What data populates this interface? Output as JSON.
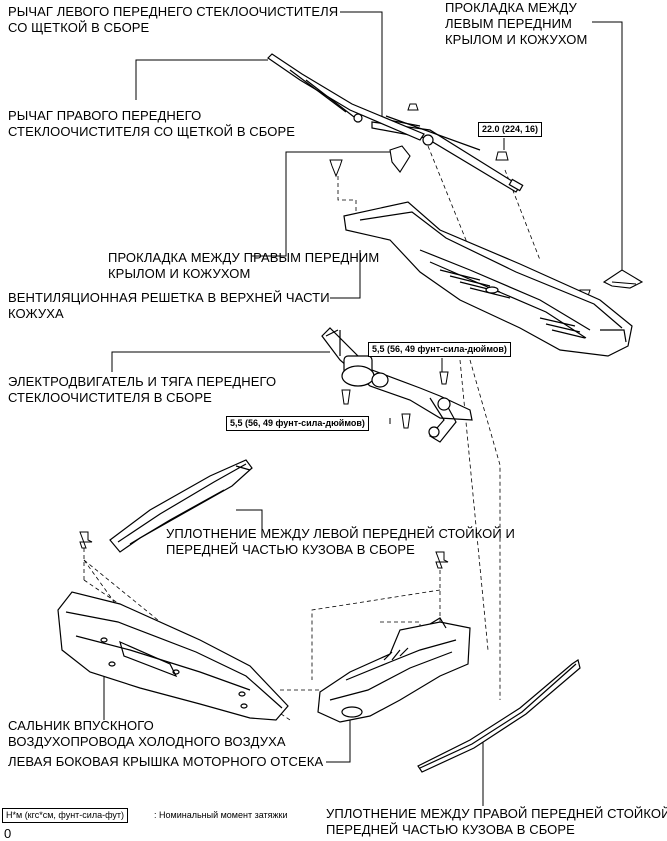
{
  "labels": {
    "left_wiper_arm": [
      "РЫЧАГ ЛЕВОГО ПЕРЕДНЕГО СТЕКЛООЧИСТИТЕЛЯ",
      "СО ЩЕТКОЙ В СБОРЕ"
    ],
    "right_wiper_arm": [
      "РЫЧАГ ПРАВОГО ПЕРЕДНЕГО",
      "СТЕКЛООЧИСТИТЕЛЯ СО ЩЕТКОЙ В СБОРЕ"
    ],
    "left_fender_seal": [
      "ПРОКЛАДКА МЕЖДУ",
      "ЛЕВЫМ ПЕРЕДНИМ",
      "КРЫЛОМ И КОЖУХОМ"
    ],
    "right_fender_seal": [
      "ПРОКЛАДКА МЕЖДУ ПРАВЫМ ПЕРЕДНИМ",
      "КРЫЛОМ И КОЖУХОМ"
    ],
    "cowl_louver": [
      "ВЕНТИЛЯЦИОННАЯ РЕШЕТКА В ВЕРХНЕЙ ЧАСТИ",
      "КОЖУХА"
    ],
    "wiper_motor": [
      "ЭЛЕКТРОДВИГАТЕЛЬ И ТЯГА ПЕРЕДНЕГО",
      "СТЕКЛООЧИСТИТЕЛЯ В СБОРЕ"
    ],
    "left_pillar_seal": [
      "УПЛОТНЕНИЕ МЕЖДУ ЛЕВОЙ ПЕРЕДНЕЙ СТОЙКОЙ И",
      "ПЕРЕДНЕЙ ЧАСТЬЮ КУЗОВА В СБОРЕ"
    ],
    "cold_air_seal": [
      "САЛЬНИК ВПУСКНОГО",
      "ВОЗДУХОПРОВОДА ХОЛОДНОГО ВОЗДУХА"
    ],
    "engine_side_cover": [
      "ЛЕВАЯ БОКОВАЯ КРЫШКА МОТОРНОГО ОТСЕКА"
    ],
    "right_pillar_seal": [
      "УПЛОТНЕНИЕ МЕЖДУ ПРАВОЙ ПЕРЕДНЕЙ СТОЙКОЙ И",
      "ПЕРЕДНЕЙ ЧАСТЬЮ КУЗОВА В СБОРЕ"
    ]
  },
  "torque": {
    "wiper_nut": "22.0 (224, 16)",
    "motor_bolt_upper": "5,5 (56, 49 фунт-сила-дюймов)",
    "motor_bolt_lower": "5,5 (56, 49 фунт-сила-дюймов)"
  },
  "legend": {
    "box": "Н*м (кгс*см, фунт-сила-фут)",
    "text": ": Номинальный момент затяжки"
  },
  "figure_code": "0"
}
